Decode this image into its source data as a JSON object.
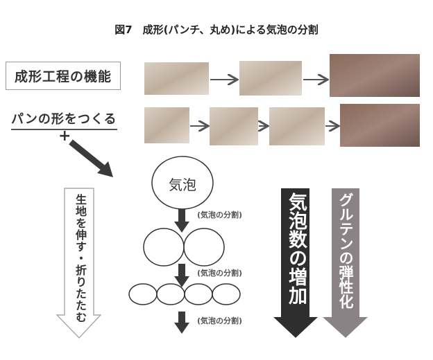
{
  "title": "図7　成形(パンチ、丸め)による気泡の分割",
  "function_box": "成形工程の機能",
  "shape_text": "パンの形をつくる",
  "plus": "+",
  "bubble_label": "気泡",
  "division_label": "(気泡の分割)",
  "left_arrow_text": "生地を伸す・折りたたむ",
  "dark_arrow_text": "気泡数の増加",
  "gray_arrow_text": "グルテンの弾性化",
  "colors": {
    "dark_arrow": "#2e2e2e",
    "gray_arrow": "#8a8285",
    "photo": "#c9b8a8"
  }
}
